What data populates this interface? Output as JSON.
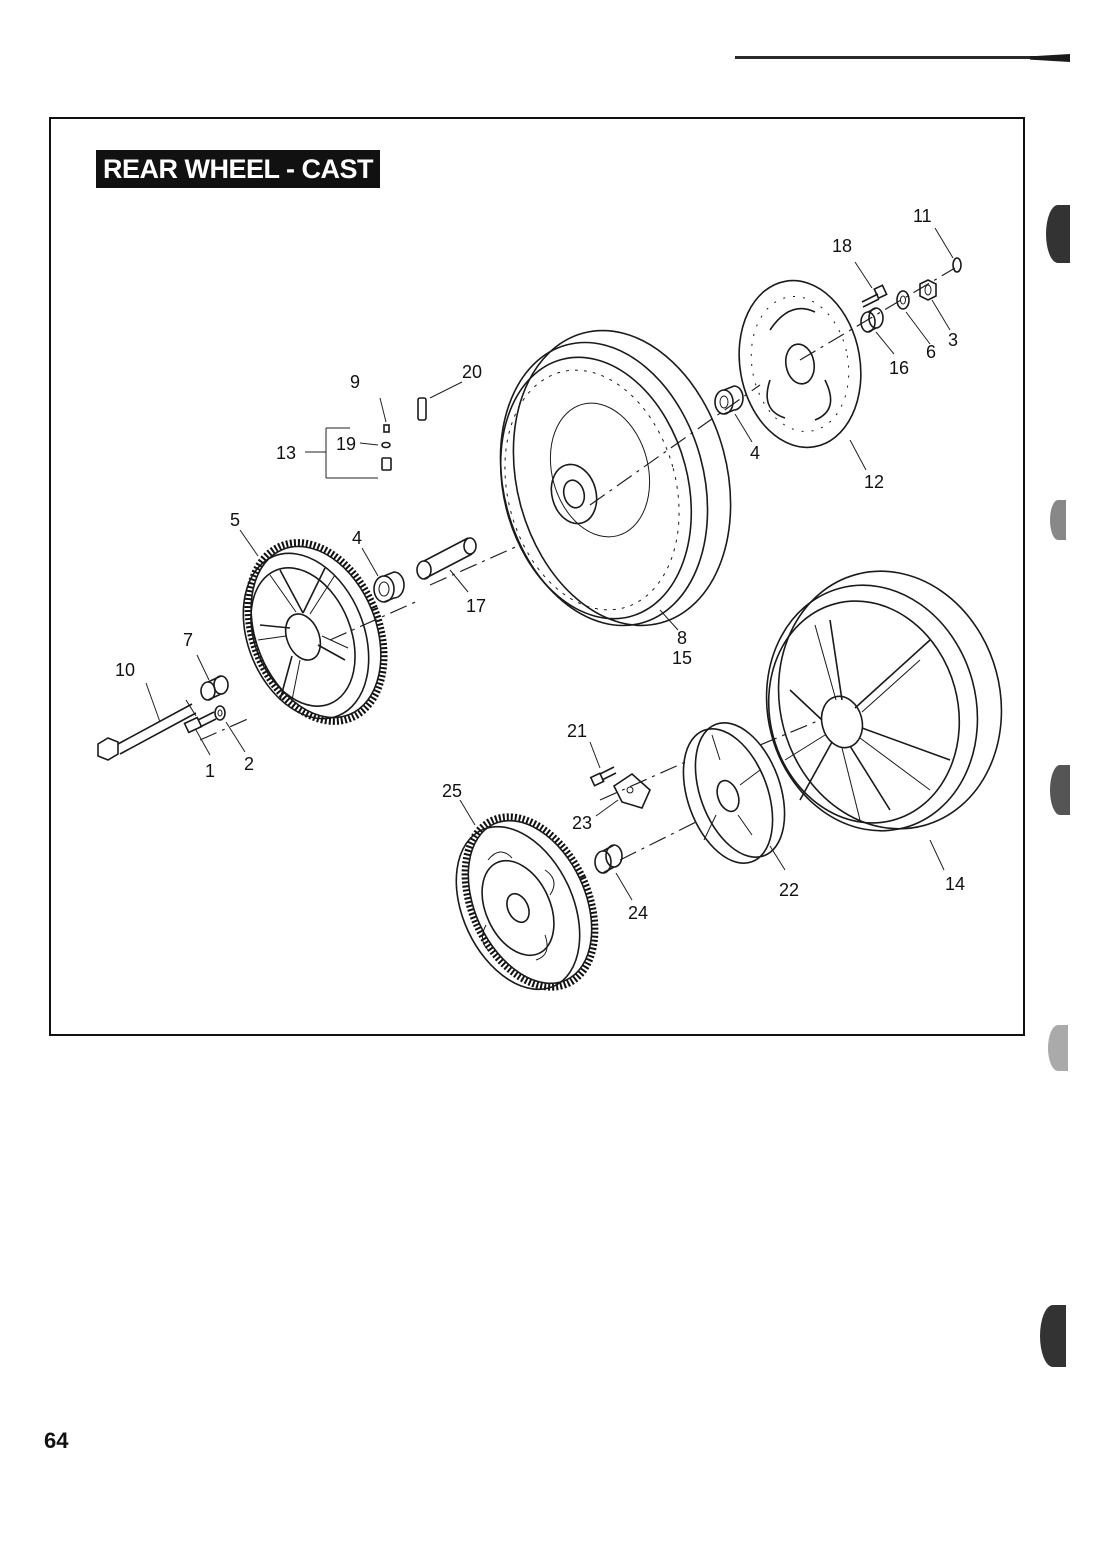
{
  "title": "REAR WHEEL - CAST",
  "page_number": "64",
  "callouts": [
    "1",
    "2",
    "3",
    "4",
    "4",
    "5",
    "6",
    "7",
    "8",
    "15",
    "9",
    "10",
    "11",
    "12",
    "13",
    "14",
    "16",
    "17",
    "18",
    "19",
    "20",
    "21",
    "22",
    "23",
    "24",
    "25"
  ]
}
